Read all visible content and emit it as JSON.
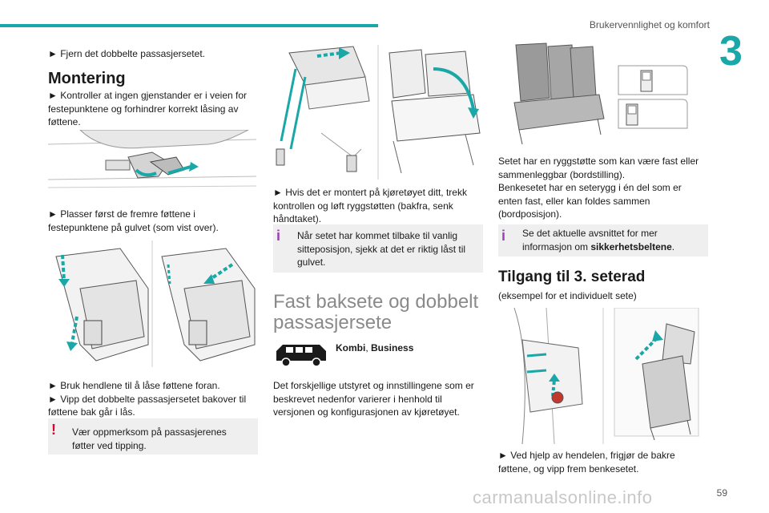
{
  "header": {
    "title": "Brukervennlighet og komfort",
    "chapter": "3"
  },
  "col1": {
    "step_remove": "► Fjern det dobbelte passasjersetet.",
    "heading": "Montering",
    "step_check": "► Kontroller at ingen gjenstander er i veien for festepunktene og forhindrer korrekt låsing av føttene.",
    "step_place": "► Plasser først de fremre føttene i festepunktene på gulvet (som vist over).",
    "step_lock": "► Bruk hendlene til å låse føttene foran.",
    "step_tilt": "► Vipp det dobbelte passasjersetet bakover til føttene bak går i lås.",
    "warning": "Vær oppmerksom på passasjerenes føtter ved tipping."
  },
  "col2": {
    "step_backrest": "► Hvis det er montert på kjøretøyet ditt, trekk kontrollen og løft ryggstøtten (bakfra, senk håndtaket).",
    "info_locked": "Når setet har kommet tilbake til vanlig sitteposisjon, sjekk at det er riktig låst til gulvet.",
    "section_title_line1": "Fast baksete og dobbelt",
    "section_title_line2": "passasjersete",
    "versions_label_1": "Kombi",
    "versions_sep": ", ",
    "versions_label_2": "Business",
    "body": "Det forskjellige utstyret og innstillingene som er beskrevet nedenfor varierer i henhold til versjonen og konfigurasjonen av kjøretøyet."
  },
  "col3": {
    "body_1": "Setet har en ryggstøtte som kan være fast eller sammenleggbar (bordstilling).",
    "body_2": "Benkesetet har en seterygg i én del som er enten fast, eller kan foldes sammen (bordposisjon).",
    "info_prefix": "Se det aktuelle avsnittet for mer informasjon om ",
    "info_link": "sikkerhetsbeltene",
    "info_suffix": ".",
    "heading": "Tilgang til 3. seterad",
    "example": "(eksempel for et individuelt sete)",
    "step_release": "► Ved hjelp av hendelen, frigjør de bakre føttene, og vipp frem benkesetet."
  },
  "footer": {
    "page_number": "59",
    "watermark": "carmanualsonline.info"
  },
  "icons": {
    "warning_mark": "!",
    "info_mark": "i"
  },
  "colors": {
    "accent": "#1aa7a7",
    "warning": "#e0002a",
    "info": "#9b3fb0",
    "note_bg": "#efefef"
  }
}
